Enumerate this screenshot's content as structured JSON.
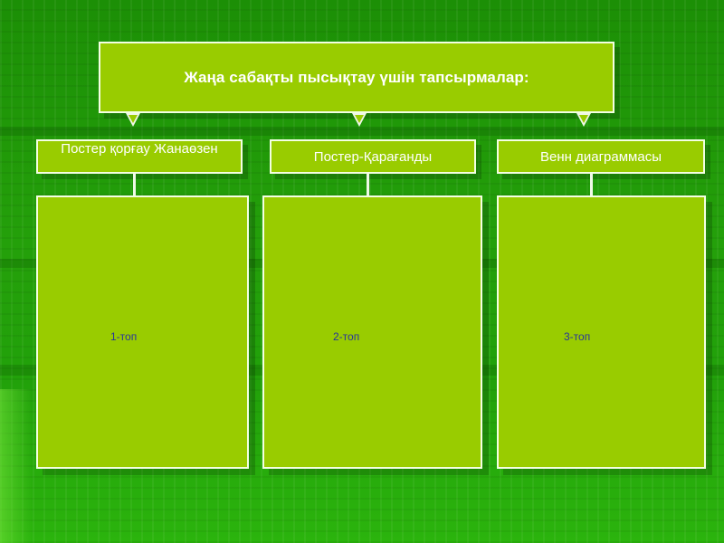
{
  "title": "Жаңа сабақты пысықтау үшін тапсырмалар:",
  "labels": [
    "Постер қорғау Жанаөзен",
    "Постер-Қарағанды",
    "Венн диаграммасы"
  ],
  "groups": [
    "1-топ",
    "2-топ",
    "3-топ"
  ],
  "colors": {
    "background": "#22a10a",
    "box_fill": "#99cc00",
    "box_border": "#f3ffe2",
    "label_text": "#ffffff",
    "group_text": "#29359a"
  },
  "icons": {
    "arrow": "arrow-down-icon"
  }
}
